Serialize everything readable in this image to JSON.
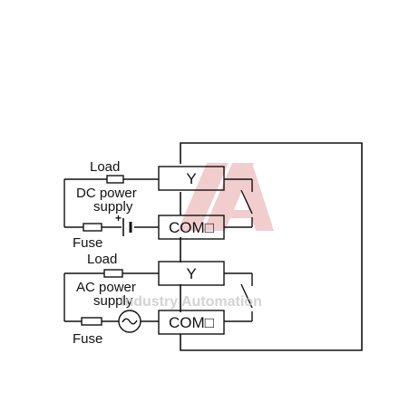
{
  "circuits": [
    {
      "load_label": "Load",
      "supply_label_line1": "DC power",
      "supply_label_line2": "supply",
      "fuse_label": "Fuse",
      "polarity_plus": "+",
      "output_terminal": "Y",
      "common_terminal": "COM□"
    },
    {
      "load_label": "Load",
      "supply_label_line1": "AC power",
      "supply_label_line2": "supply",
      "fuse_label": "Fuse",
      "output_terminal": "Y",
      "common_terminal": "COM□"
    }
  ],
  "watermark": {
    "text": "Industry Automation",
    "logo_color": "#e8a6a6",
    "text_color": "#c9c9c9"
  },
  "colors": {
    "line": "#111111",
    "background": "#ffffff"
  }
}
